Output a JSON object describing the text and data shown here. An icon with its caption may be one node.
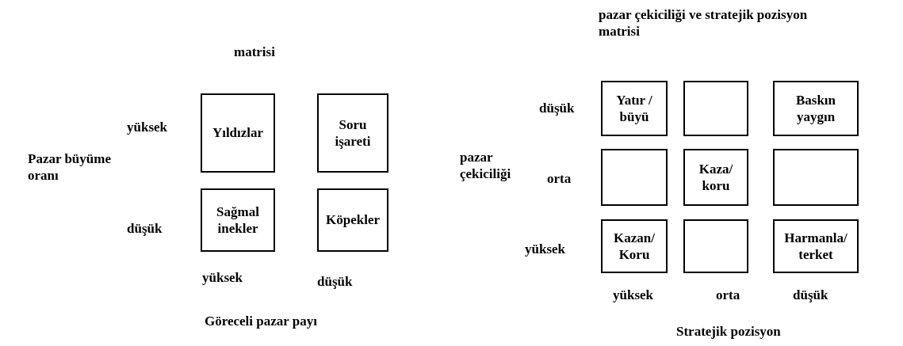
{
  "diagram": {
    "title": "matrisi",
    "nodes": [
      {
        "text": [
          "Yıldızlar"
        ]
      },
      {
        "text": [
          "Soru işareti"
        ]
      },
      {
        "text": [
          "Sağmal inekler"
        ]
      },
      {
        "text": [
          "Köpekler"
        ]
      },
      {
        "text": [
          "Yatır / büyü"
        ]
      },
      {
        "text": [],
        "shape": "box"
      },
      {
        "text": [
          "Baskın yaygın"
        ]
      },
      {
        "text": [],
        "shape": "box"
      },
      {
        "text": [
          "Kaza/ koru"
        ]
      },
      {
        "text": [],
        "shape": "box"
      },
      {
        "text": [
          "Kazan/ Koru"
        ]
      },
      {
        "text": [],
        "shape": "box"
      },
      {
        "text": [
          "Harmanla/ terket"
        ]
      }
    ],
    "labels": [
      "pazar çekiciliği ve stratejik pozisyon matrisi",
      "düşük",
      "yüksek",
      "pazar çekiciliği",
      "orta",
      "Pazar büyüme oranı",
      "düşük",
      "yüksek",
      "yüksek",
      "düşük",
      "yüksek",
      "orta",
      "düşük",
      "Göreceli pazar payı",
      "Stratejik pozisyon"
    ]
  }
}
